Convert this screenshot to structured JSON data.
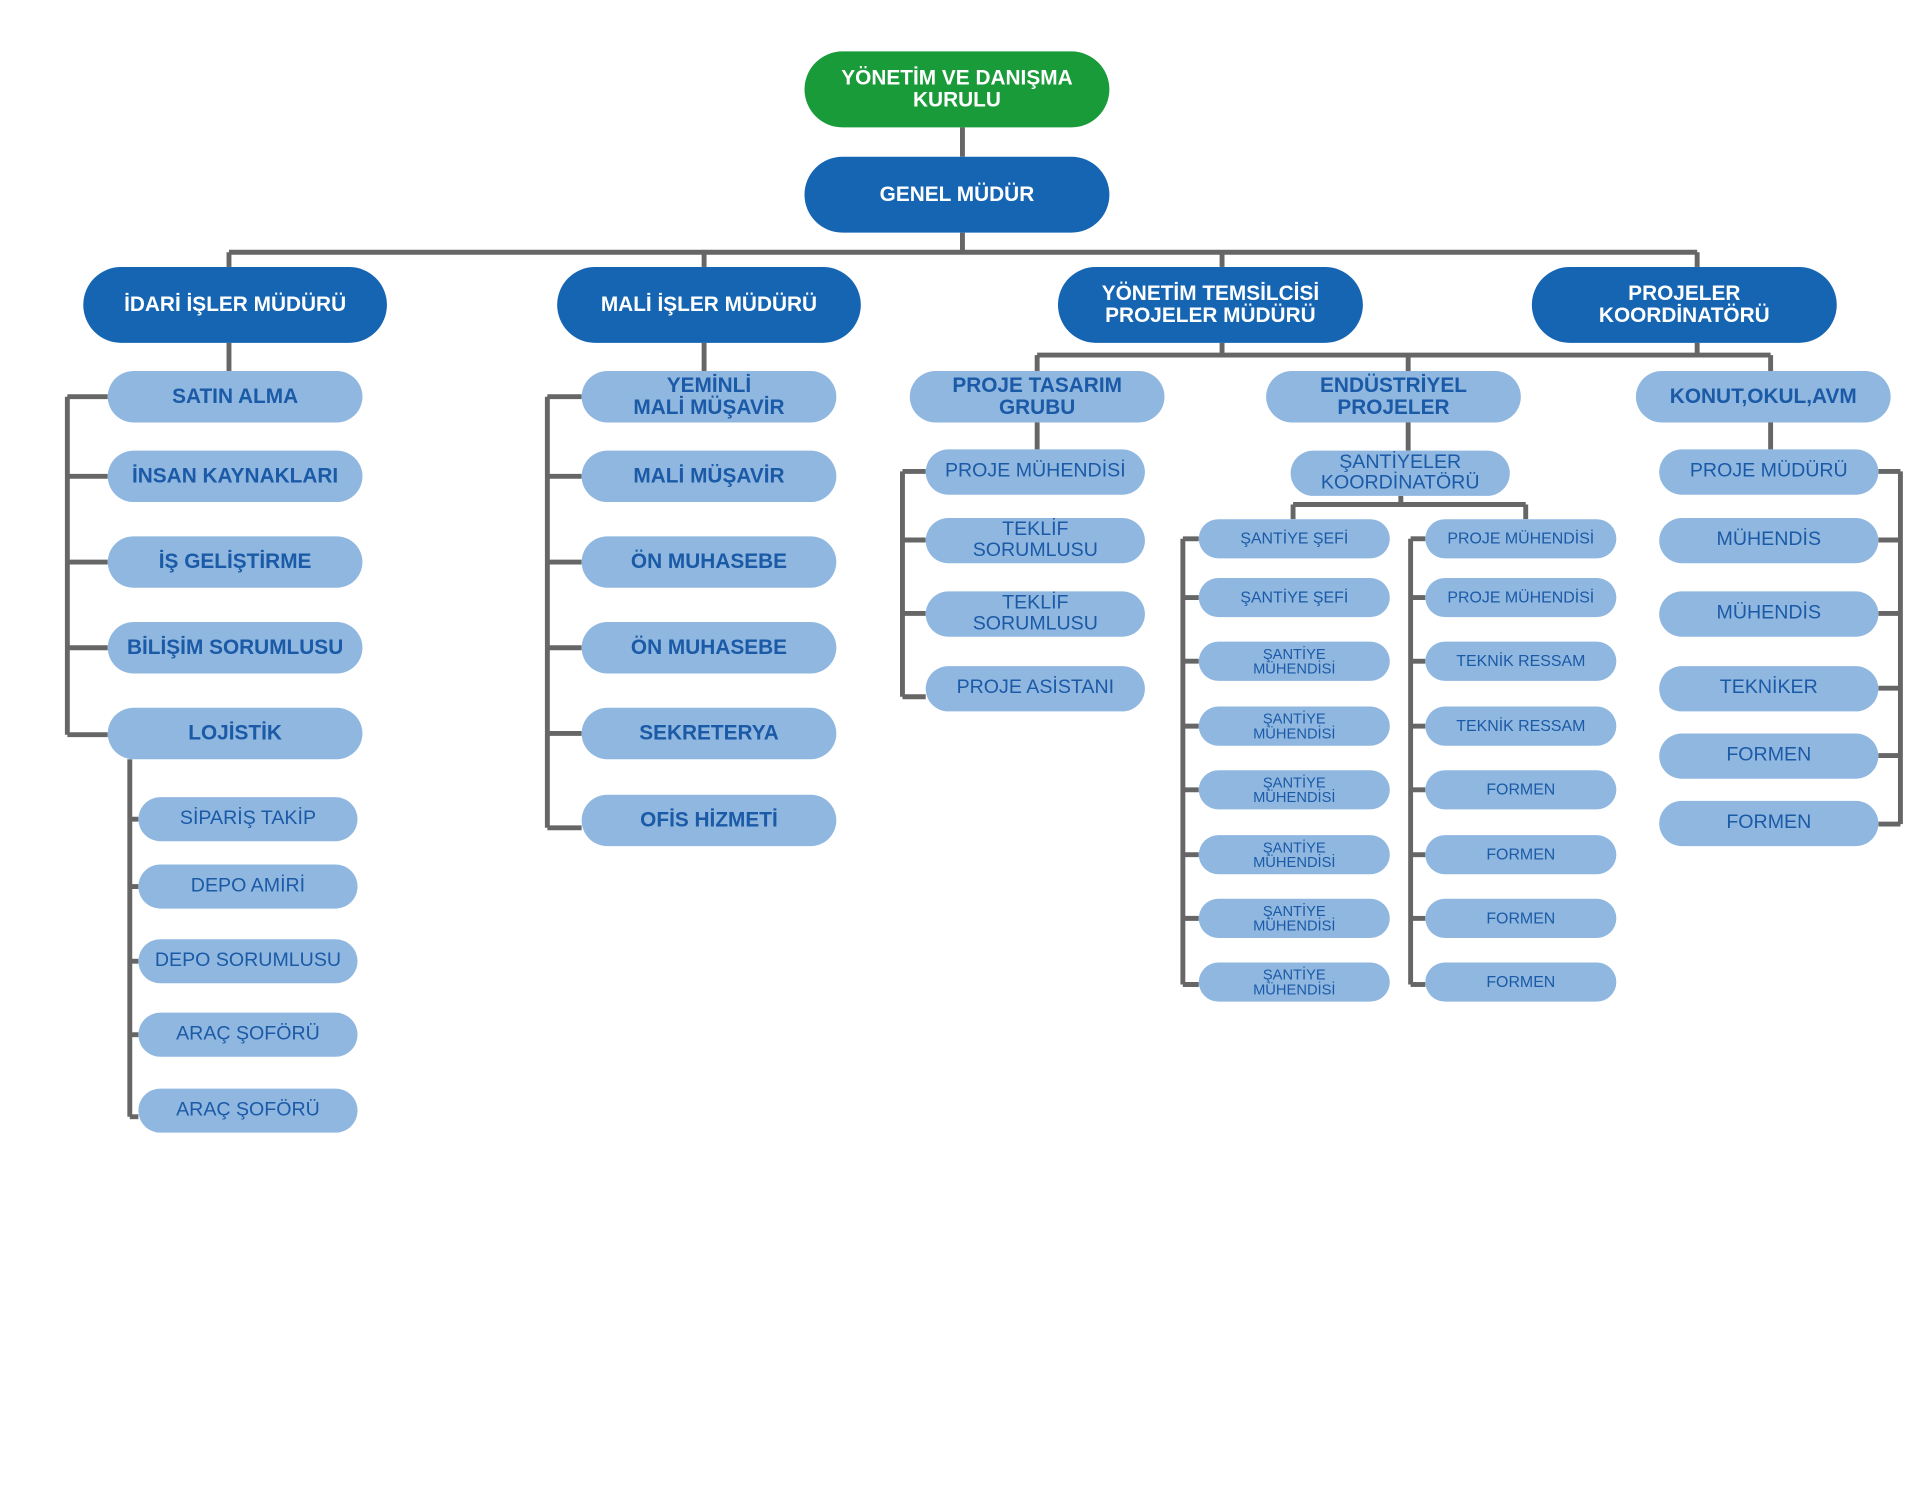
{
  "colors": {
    "top": "#1a9b3a",
    "level1": "#1565b3",
    "level2": "#8fb7e0",
    "text": "#1b5aa6",
    "connector": "#666666"
  },
  "board": "YÖNETİM VE DANIŞMA\nKURULU",
  "ceo": "GENEL MÜDÜR",
  "departments": {
    "idari": {
      "title": "İDARİ İŞLER MÜDÜRÜ",
      "units": [
        "SATIN ALMA",
        "İNSAN KAYNAKLARI",
        "İŞ GELİŞTİRME",
        "BİLİŞİM SORUMLUSU",
        "LOJİSTİK"
      ],
      "logistics": [
        "SİPARİŞ TAKİP",
        "DEPO AMİRİ",
        "DEPO SORUMLUSU",
        "ARAÇ ŞOFÖRÜ",
        "ARAÇ ŞOFÖRÜ"
      ]
    },
    "mali": {
      "title": "MALİ İŞLER  MÜDÜRÜ",
      "units": [
        "YEMİNLİ\nMALİ MÜŞAVİR",
        "MALİ MÜŞAVİR",
        "ÖN MUHASEBE",
        "ÖN MUHASEBE",
        "SEKRETERYA",
        "OFİS HİZMETİ"
      ]
    },
    "yonetim": {
      "title": "YÖNETİM TEMSİLCİSİ\nPROJELER MÜDÜRÜ",
      "design": {
        "title": "PROJE TASARIM\nGRUBU",
        "staff": [
          "PROJE MÜHENDİSİ",
          "TEKLİF\nSORUMLUSU",
          "TEKLİF\nSORUMLUSU",
          "PROJE  ASİSTANI"
        ]
      },
      "industrial": {
        "title": "ENDÜSTRİYEL\nPROJELER",
        "coordinator": "ŞANTİYELER\nKOORDİNATÖRÜ",
        "left": [
          "ŞANTİYE ŞEFİ",
          "ŞANTİYE ŞEFİ",
          "ŞANTİYE\nMÜHENDİSİ",
          "ŞANTİYE\nMÜHENDİSİ",
          "ŞANTİYE\nMÜHENDİSİ",
          "ŞANTİYE\nMÜHENDİSİ",
          "ŞANTİYE\nMÜHENDİSİ",
          "ŞANTİYE\nMÜHENDİSİ"
        ],
        "right": [
          "PROJE  MÜHENDİSİ",
          "PROJE  MÜHENDİSİ",
          "TEKNİK RESSAM",
          "TEKNİK RESSAM",
          "FORMEN",
          "FORMEN",
          "FORMEN",
          "FORMEN"
        ]
      },
      "residential": {
        "title": "KONUT,OKUL,AVM",
        "staff": [
          "PROJE MÜDÜRÜ",
          "MÜHENDİS",
          "MÜHENDİS",
          "TEKNİKER",
          "FORMEN",
          "FORMEN"
        ]
      }
    },
    "koordinator": {
      "title": "PROJELER\nKOORDİNATÖRÜ"
    }
  }
}
